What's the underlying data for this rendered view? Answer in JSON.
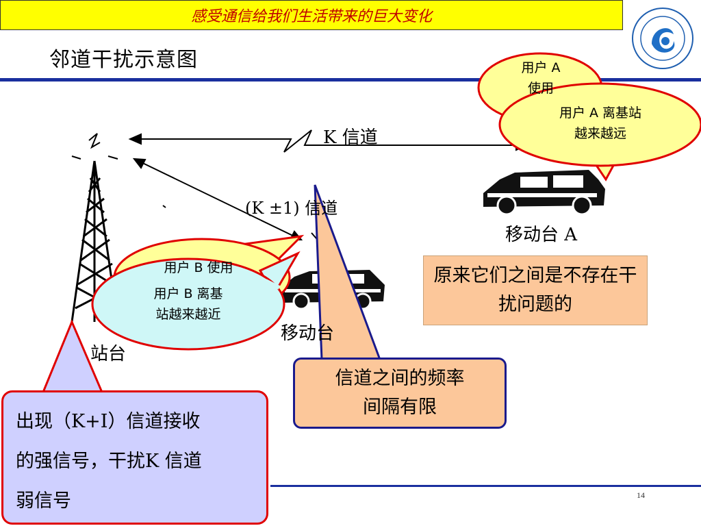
{
  "header": {
    "banner": "感受通信给我们生活带来的巨大变化"
  },
  "slide": {
    "title": "邻道干扰示意图",
    "page_number": "14"
  },
  "diagram": {
    "k_channel": "K 信道",
    "k_pm_channel": "(K ±1) 信道",
    "mobile_a": "移动台 A",
    "mobile_b": "移动台",
    "base_station": "站台",
    "bubble_a_back_line1": "用户 A",
    "bubble_a_back_line2": "使用",
    "bubble_a_line1": "用户 A 离基站",
    "bubble_a_line2": "越来越远",
    "bubble_b_back": "用户 B 使用",
    "bubble_b_line1": "用户 B 离基",
    "bubble_b_line2": "站越来越近"
  },
  "notes": {
    "originally": "原来它们之间是不存在干扰问题的",
    "limited_gap_line1": "信道之间的频率",
    "limited_gap_line2": "间隔有限",
    "strong_line1": "出现（K+I）信道接收",
    "strong_line2": "的强信号，干扰K 信道",
    "strong_line3": "弱信号"
  },
  "colors": {
    "banner_bg": "#ffff00",
    "banner_text": "#c00000",
    "rule": "#1a2f9e",
    "bubble_yellow": "#ffff99",
    "bubble_cyan": "#cff7f7",
    "bubble_border": "#e00000",
    "note_orange": "#fcc79a"
  },
  "logo": {
    "icon": "university-seal-icon"
  }
}
